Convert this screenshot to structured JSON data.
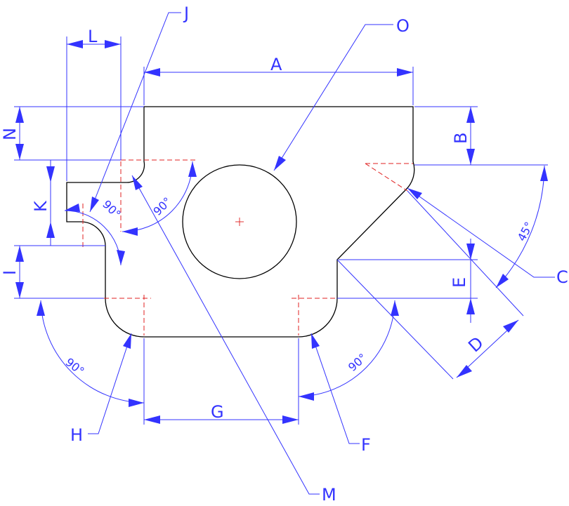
{
  "colors": {
    "outline": "#000000",
    "dimension": "#3333ff",
    "centerline": "#e02020",
    "background": "#ffffff"
  },
  "labels": {
    "A": "A",
    "B": "B",
    "C": "C",
    "D": "D",
    "E": "E",
    "F": "F",
    "G": "G",
    "H": "H",
    "I": "I",
    "J": "J",
    "K": "K",
    "L": "L",
    "M": "M",
    "N": "N",
    "O": "O"
  },
  "angles": {
    "top_right_chamfer": "45°",
    "bottom_left_corner": "90°",
    "bottom_right_corner": "90°",
    "inner_fillet": "90°",
    "notch_corner": "90°"
  }
}
